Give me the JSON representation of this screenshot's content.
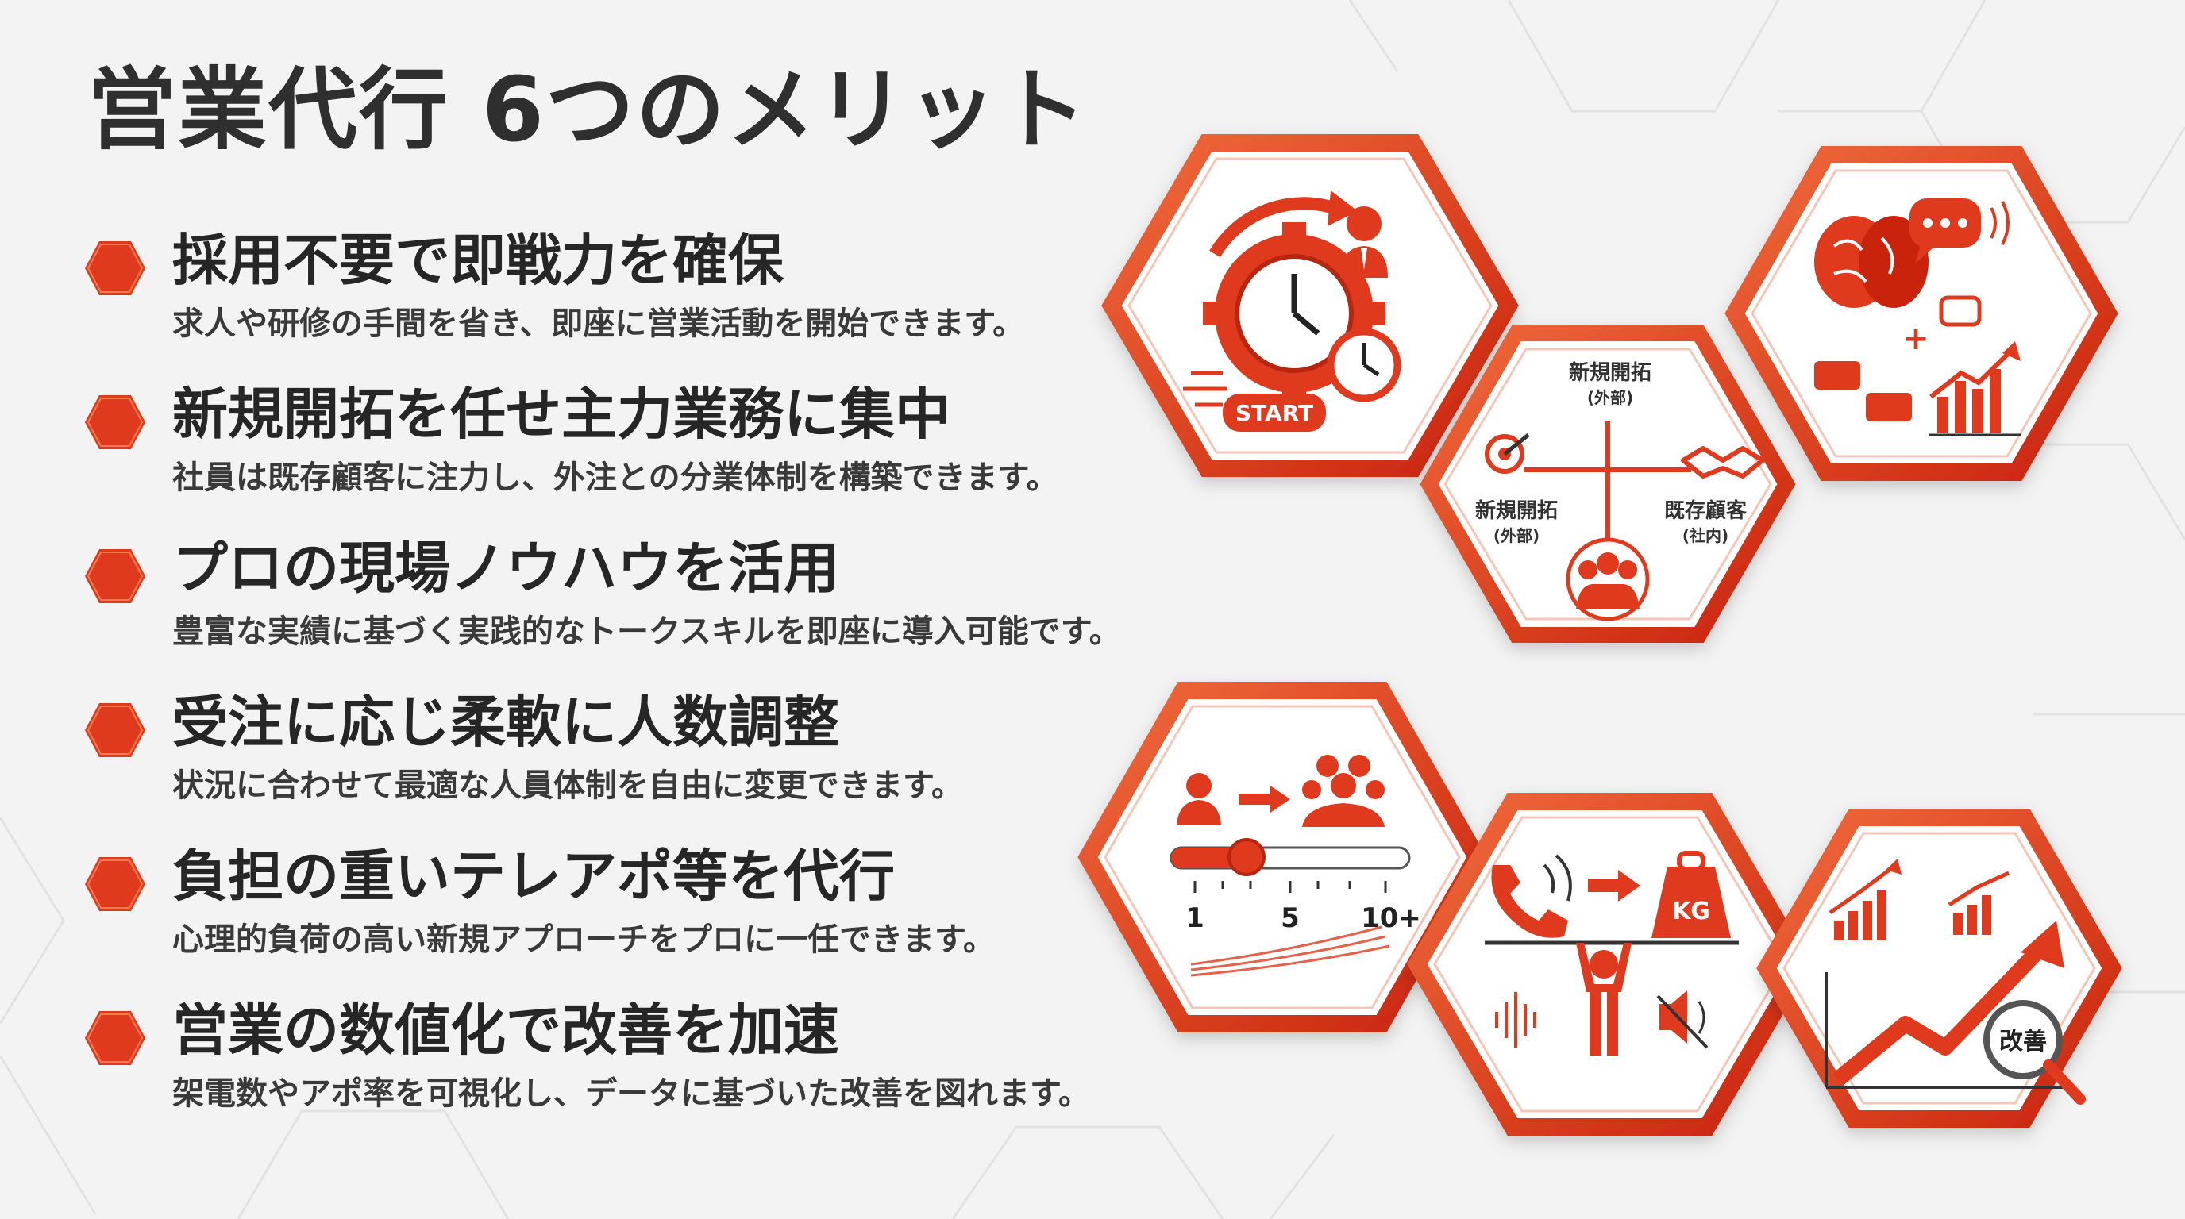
{
  "title": "営業代行 6つのメリット",
  "merits": [
    {
      "heading": "採用不要で即戦力を確保",
      "desc": "求人や研修の手間を省き、即座に営業活動を開始できます。"
    },
    {
      "heading": "新規開拓を任せ主力業務に集中",
      "desc": "社員は既存顧客に注力し、外注との分業体制を構築できます。"
    },
    {
      "heading": "プロの現場ノウハウを活用",
      "desc": "豊富な実績に基づく実践的なトークスキルを即座に導入可能です。"
    },
    {
      "heading": "受注に応じ柔軟に人数調整",
      "desc": "状況に合わせて最適な人員体制を自由に変更できます。"
    },
    {
      "heading": "負担の重いテレアポ等を代行",
      "desc": "心理的負荷の高い新規アプローチをプロに一任できます。"
    },
    {
      "heading": "営業の数値化で改善を加速",
      "desc": "架電数やアポ率を可視化し、データに基づいた改善を図れます。"
    }
  ],
  "hex_start": {
    "button_label": "START"
  },
  "hex_division": {
    "top_label": "新規開拓",
    "top_sub": "(外部)",
    "left_label": "新規開拓",
    "left_sub": "(外部)",
    "right_label": "既存顧客",
    "right_sub": "(社内)"
  },
  "hex_scale": {
    "tick_1": "1",
    "tick_5": "5",
    "tick_10": "10+"
  },
  "hex_burden": {
    "weight_label": "KG"
  },
  "hex_improve": {
    "badge_label": "改善"
  },
  "colors": {
    "accent": "#e03a1e",
    "accent_dark": "#b8260f",
    "text": "#2a2a2a",
    "background": "#f3f3f3"
  },
  "icons": [
    "hexagon-bullet-icon",
    "gear-clock-icon",
    "businessman-icon",
    "stopwatch-icon",
    "brain-icon",
    "speech-bubble-icon",
    "growth-chart-icon",
    "target-icon",
    "handshake-icon",
    "team-icon",
    "person-icon",
    "arrow-right-icon",
    "slider-icon",
    "phone-icon",
    "weight-icon",
    "lifting-person-icon",
    "mute-icon",
    "magnifier-icon"
  ]
}
